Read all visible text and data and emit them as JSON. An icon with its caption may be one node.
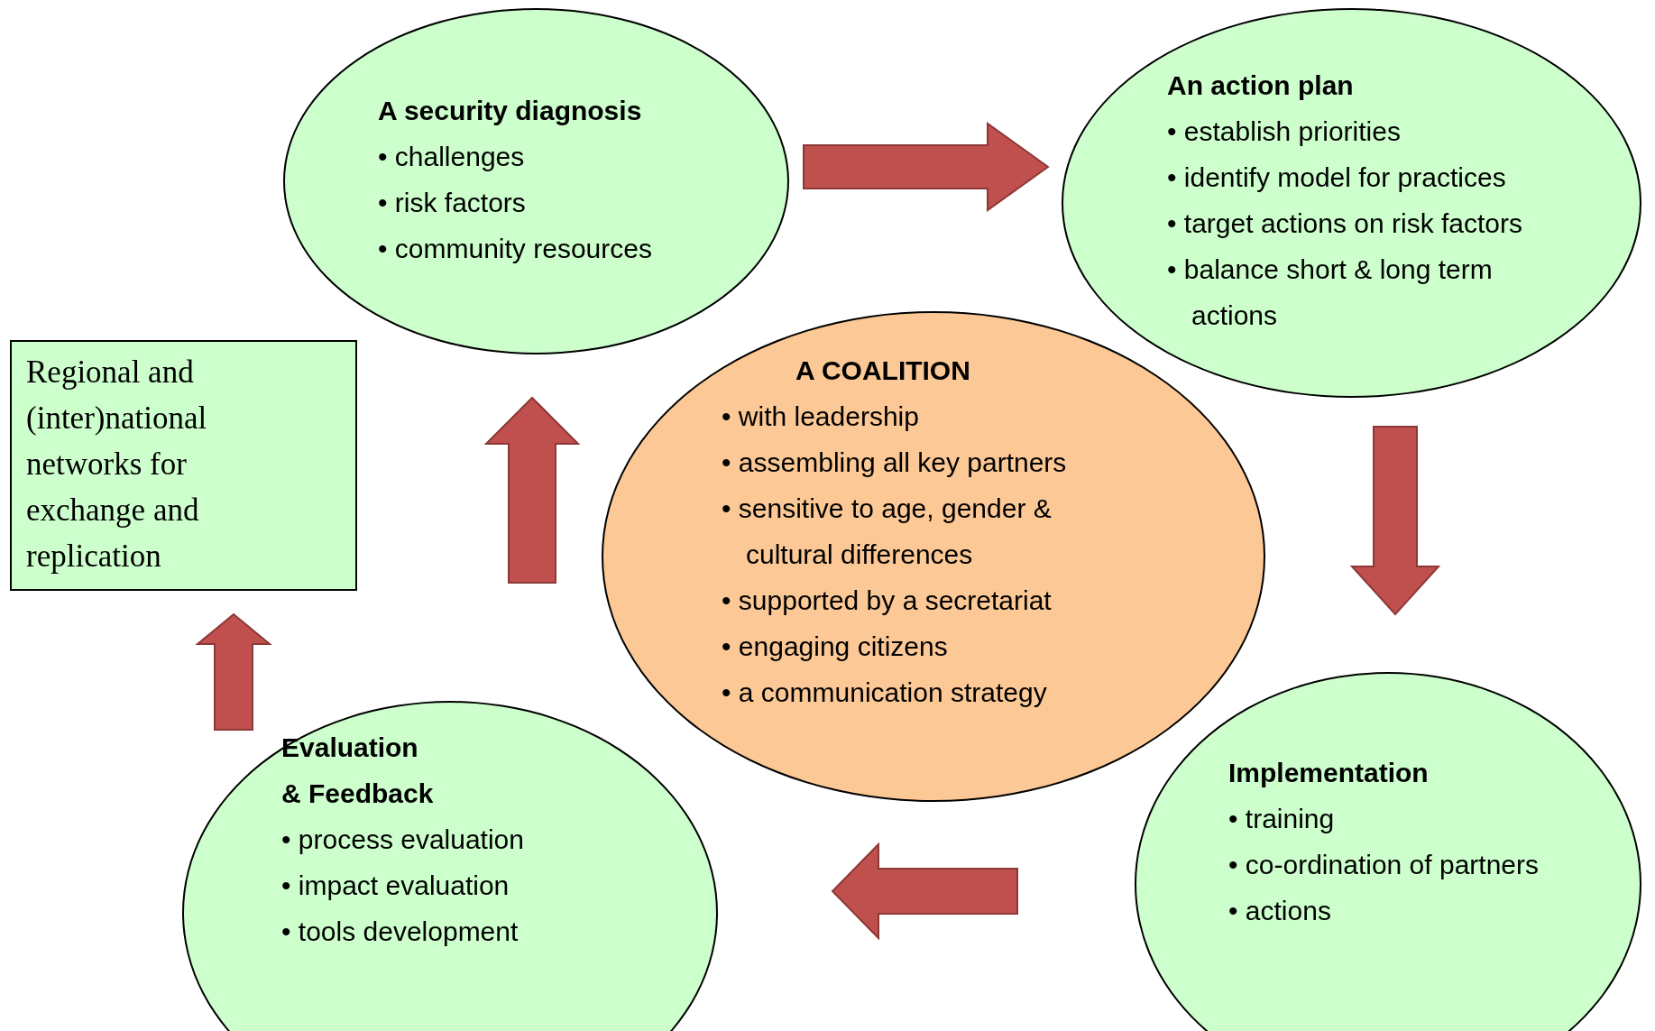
{
  "diagram": {
    "nodes": [
      {
        "text": [
          "A security diagnosis",
          "• challenges",
          "• risk factors",
          "• community resources"
        ]
      },
      {
        "text": [
          "An action plan",
          "• establish priorities",
          "• identify model for practices",
          "• target actions on risk factors",
          "• balance short & long term actions"
        ]
      },
      {
        "text": [
          "A COALITION",
          "• with leadership",
          "• assembling all key partners",
          "• sensitive to age, gender & cultural differences",
          "• supported by a secretariat",
          "• engaging citizens",
          "• a communication strategy"
        ]
      },
      {
        "text": [
          "Implementation",
          "• training",
          "• co-ordination of partners",
          "• actions"
        ]
      },
      {
        "text": [
          "Evaluation & Feedback",
          "• process evaluation",
          "• impact evaluation",
          "• tools development"
        ]
      },
      {
        "text": [
          "Regional and (inter)national networks for exchange and replication"
        ]
      }
    ],
    "edges": [
      {
        "from": 0,
        "to": 1,
        "arrow": "to"
      },
      {
        "from": 1,
        "to": 3,
        "arrow": "to"
      },
      {
        "from": 3,
        "to": 4,
        "arrow": "to"
      },
      {
        "from": 4,
        "to": 0,
        "arrow": "to"
      },
      {
        "from": 4,
        "to": 5,
        "arrow": "to"
      }
    ]
  }
}
